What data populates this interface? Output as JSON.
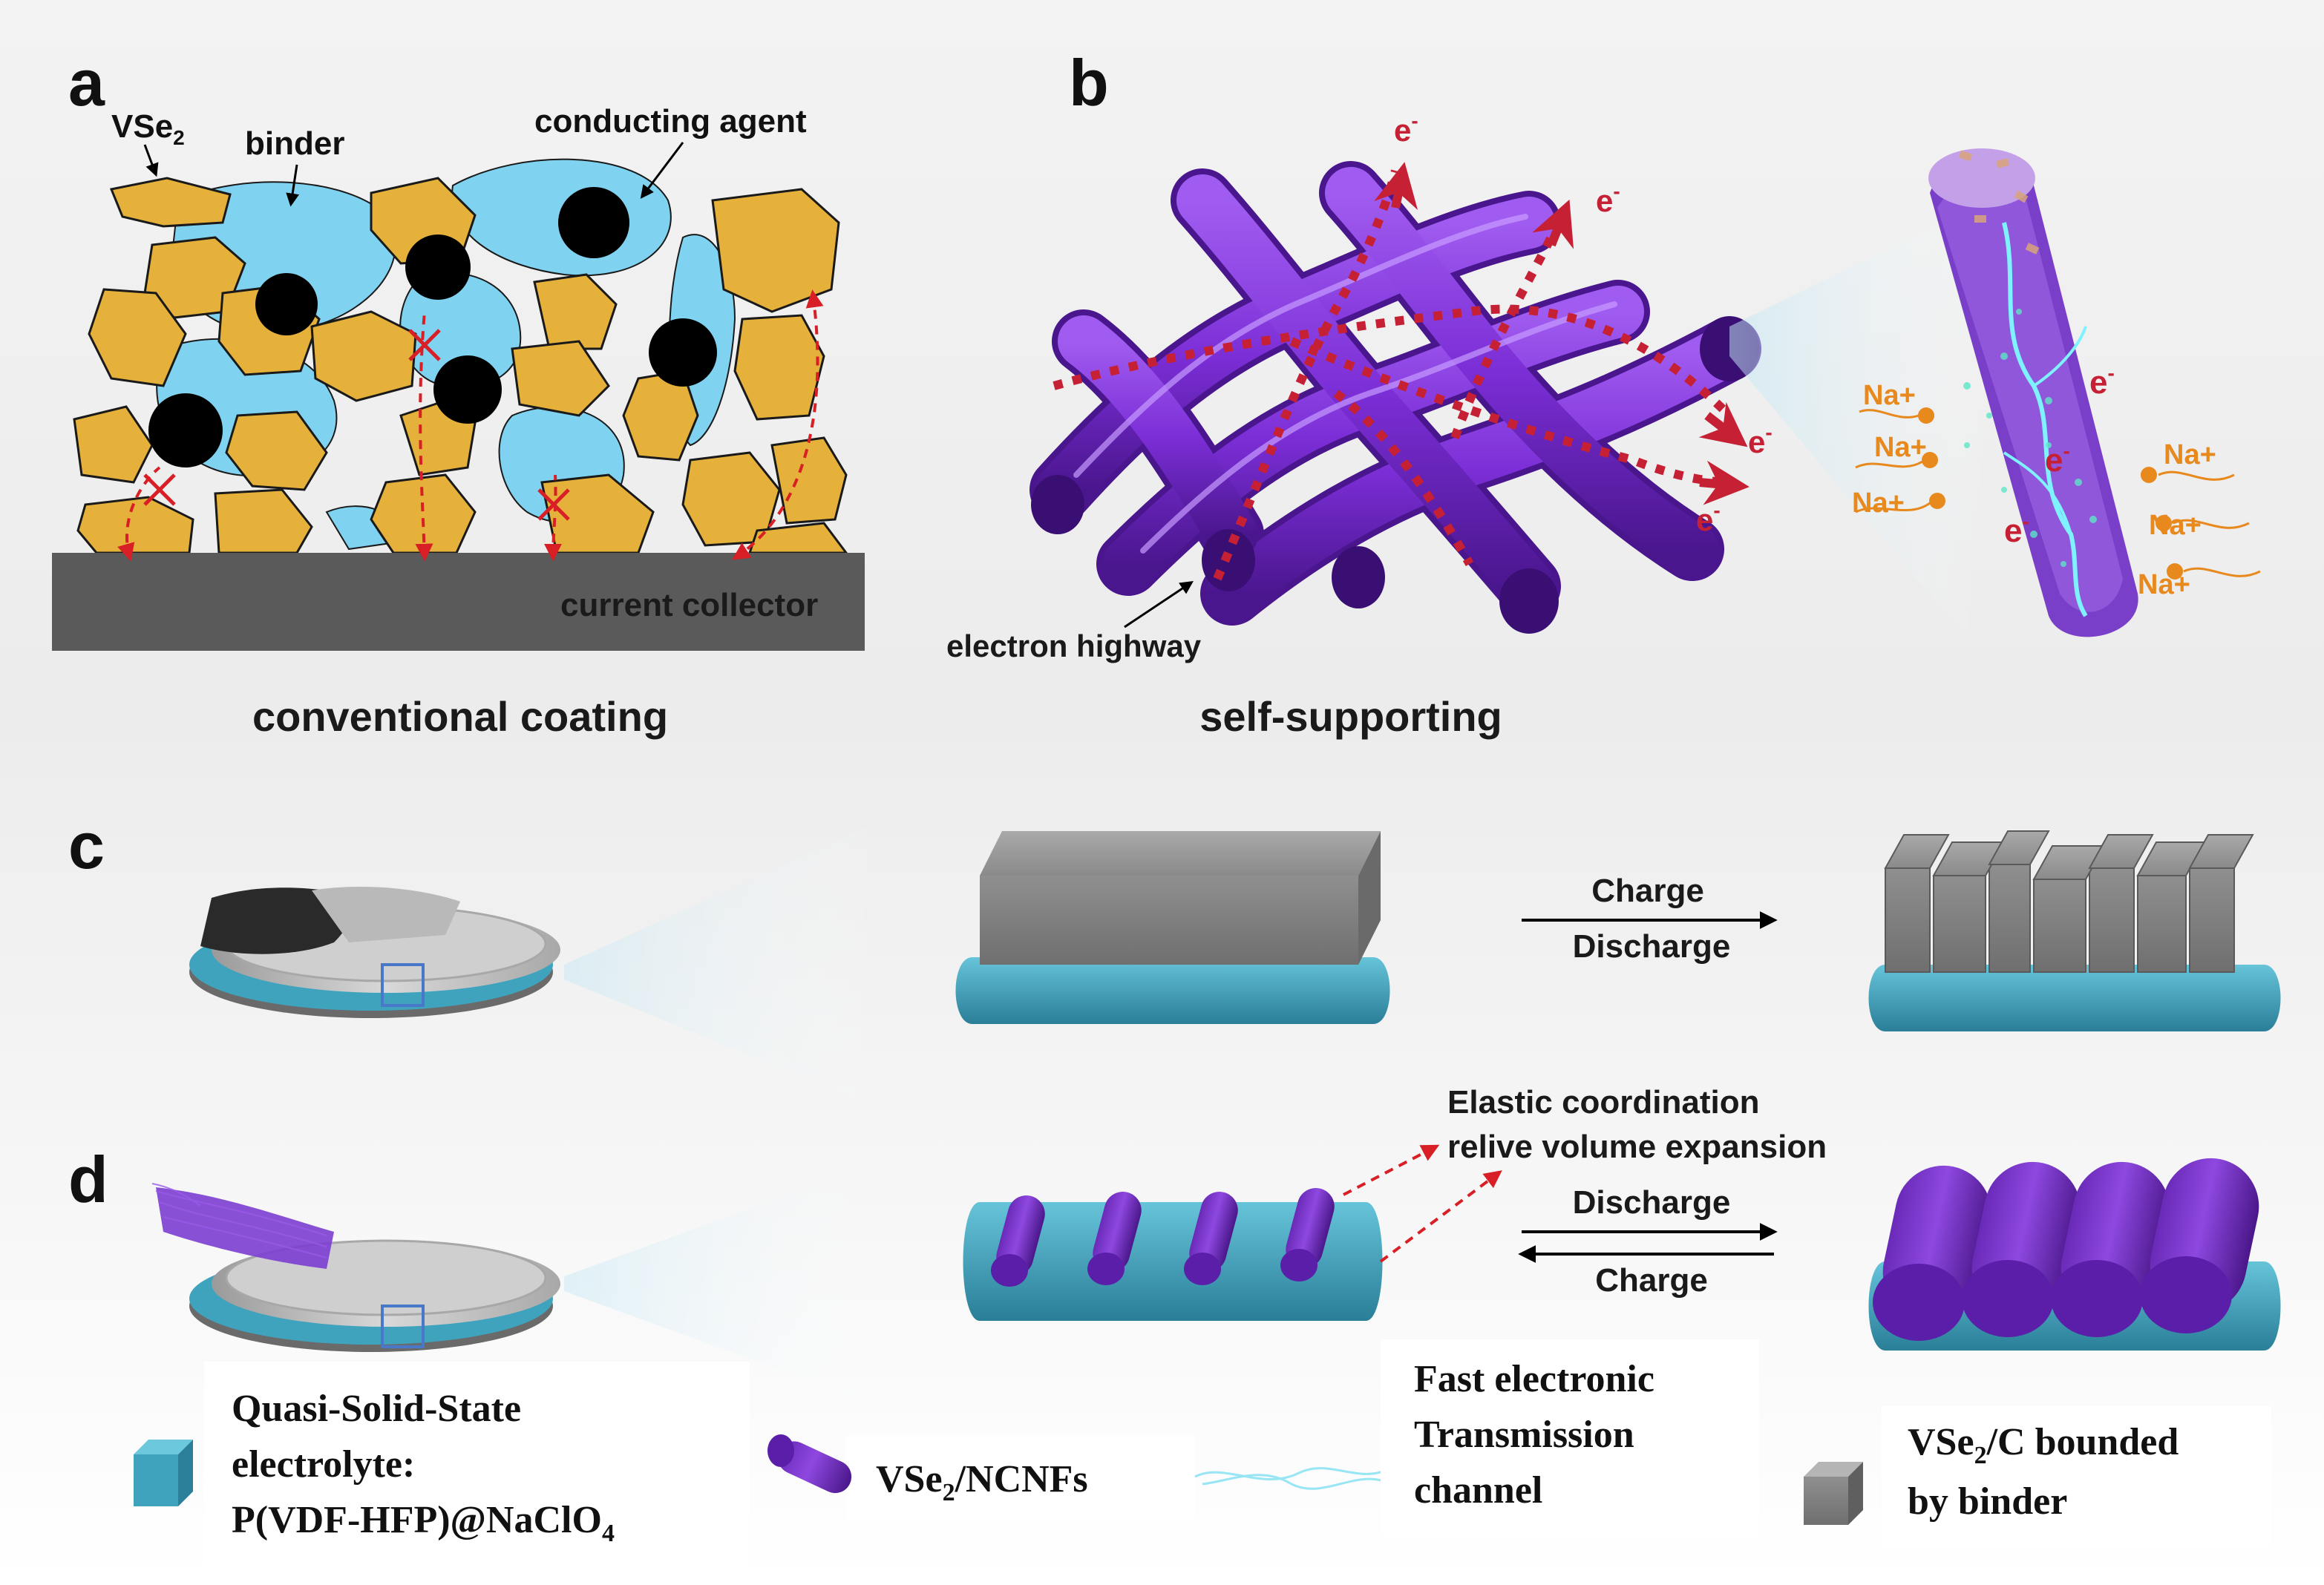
{
  "panel_letters": {
    "a": "a",
    "b": "b",
    "c": "c",
    "d": "d"
  },
  "panel_a": {
    "labels": {
      "vse2_base": "VSe",
      "vse2_sub": "2",
      "binder": "binder",
      "conducting_agent": "conducting agent",
      "current_collector": "current collector"
    },
    "caption": "conventional coating"
  },
  "panel_b": {
    "electron_label_base": "e",
    "electron_label_sup": "-",
    "electron_highway": "electron highway",
    "caption": "self-supporting",
    "sodium_ion": "Na+"
  },
  "panel_c": {
    "arrow_top": "Charge",
    "arrow_bottom": "Discharge"
  },
  "panel_d": {
    "annotation_line1": "Elastic coordination",
    "annotation_line2": "relive volume expansion",
    "arrow_top": "Discharge",
    "arrow_bottom": "Charge"
  },
  "legend": {
    "electrolyte_line1": "Quasi-Solid-State",
    "electrolyte_line2": "electrolyte:",
    "electrolyte_line3_base": "P(VDF-HFP)@NaClO",
    "electrolyte_line3_sub": "4",
    "fibers_base": "VSe",
    "fibers_sub": "2",
    "fibers_rest": "/NCNFs",
    "channel_line1": "Fast electronic",
    "channel_line2": "Transmission",
    "channel_line3": "channel",
    "bounded_line1_base": "VSe",
    "bounded_line1_sub": "2",
    "bounded_line1_rest": "/C bounded",
    "bounded_line2": "by binder"
  },
  "colors": {
    "particle_gold": "#E5B13A",
    "binder_blue": "#7FD3F0",
    "agent_black": "#000000",
    "collector_gray": "#5A5A5A",
    "fiber_purple": "#7B2ED6",
    "electron_red": "#C62035",
    "ion_orange": "#E8891E",
    "electrolyte_teal": "#3FA3BE",
    "block_gray": "#8C8C8C"
  }
}
